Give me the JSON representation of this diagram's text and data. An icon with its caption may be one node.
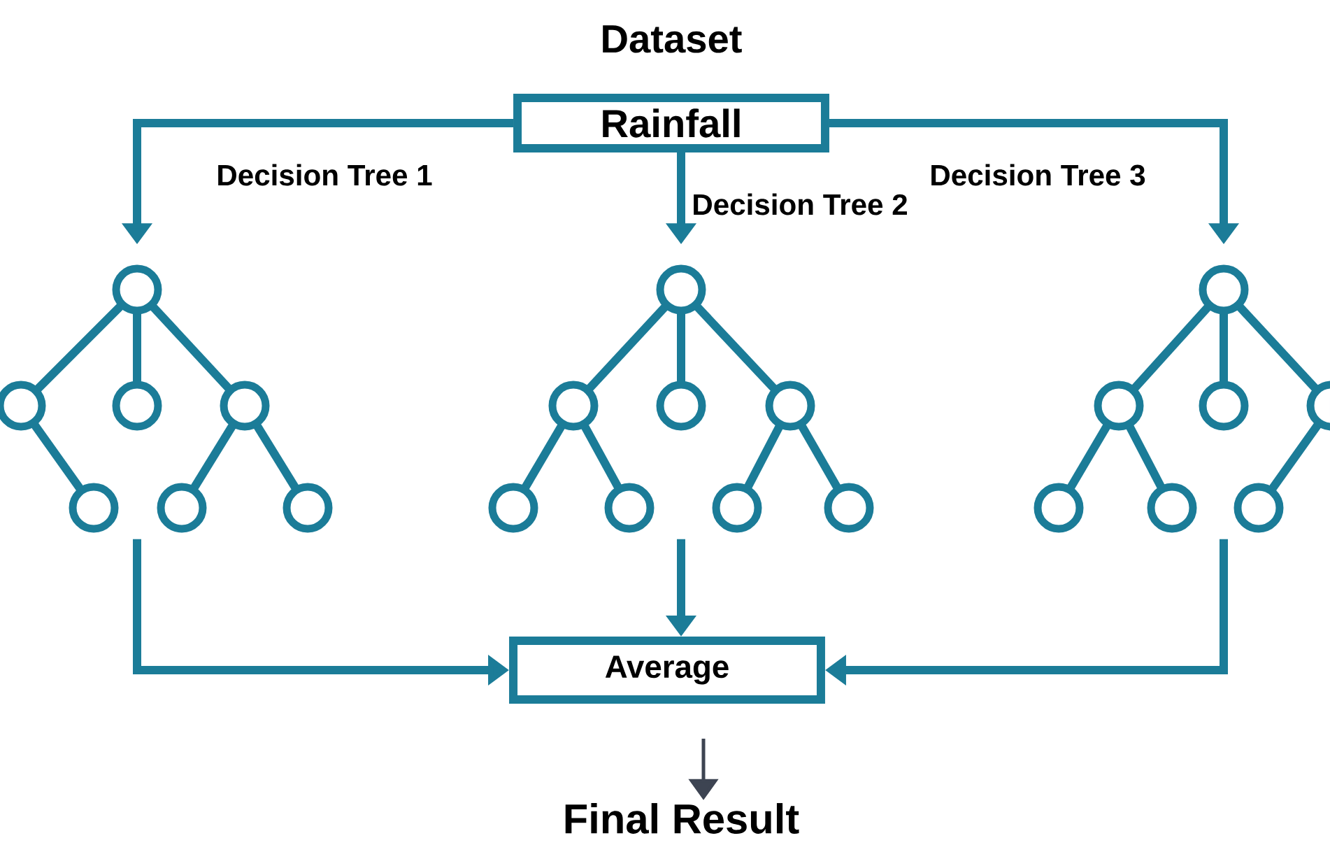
{
  "diagram": {
    "nodes": [
      {
        "text": [
          "Dataset",
          "Rainfall"
        ]
      },
      {
        "text": [],
        "shape": "picture"
      },
      {
        "text": [],
        "shape": "picture"
      },
      {
        "text": [],
        "shape": "picture"
      },
      {
        "text": [
          "Average"
        ]
      },
      {
        "text": [
          "Final Result"
        ]
      }
    ],
    "edges": [
      {
        "from": 0,
        "to": 1,
        "arrow": "to",
        "label": "Decision Tree 1"
      },
      {
        "from": 0,
        "to": 2,
        "arrow": "to",
        "label": "Decision Tree 2"
      },
      {
        "from": 0,
        "to": 3,
        "arrow": "to",
        "label": "Decision Tree 3"
      },
      {
        "from": 1,
        "to": 4,
        "arrow": "to"
      },
      {
        "from": 2,
        "to": 4,
        "arrow": "to"
      },
      {
        "from": 3,
        "to": 4,
        "arrow": "to"
      },
      {
        "from": 4,
        "to": 5,
        "arrow": "to",
        "color": "#3d4452"
      }
    ]
  }
}
